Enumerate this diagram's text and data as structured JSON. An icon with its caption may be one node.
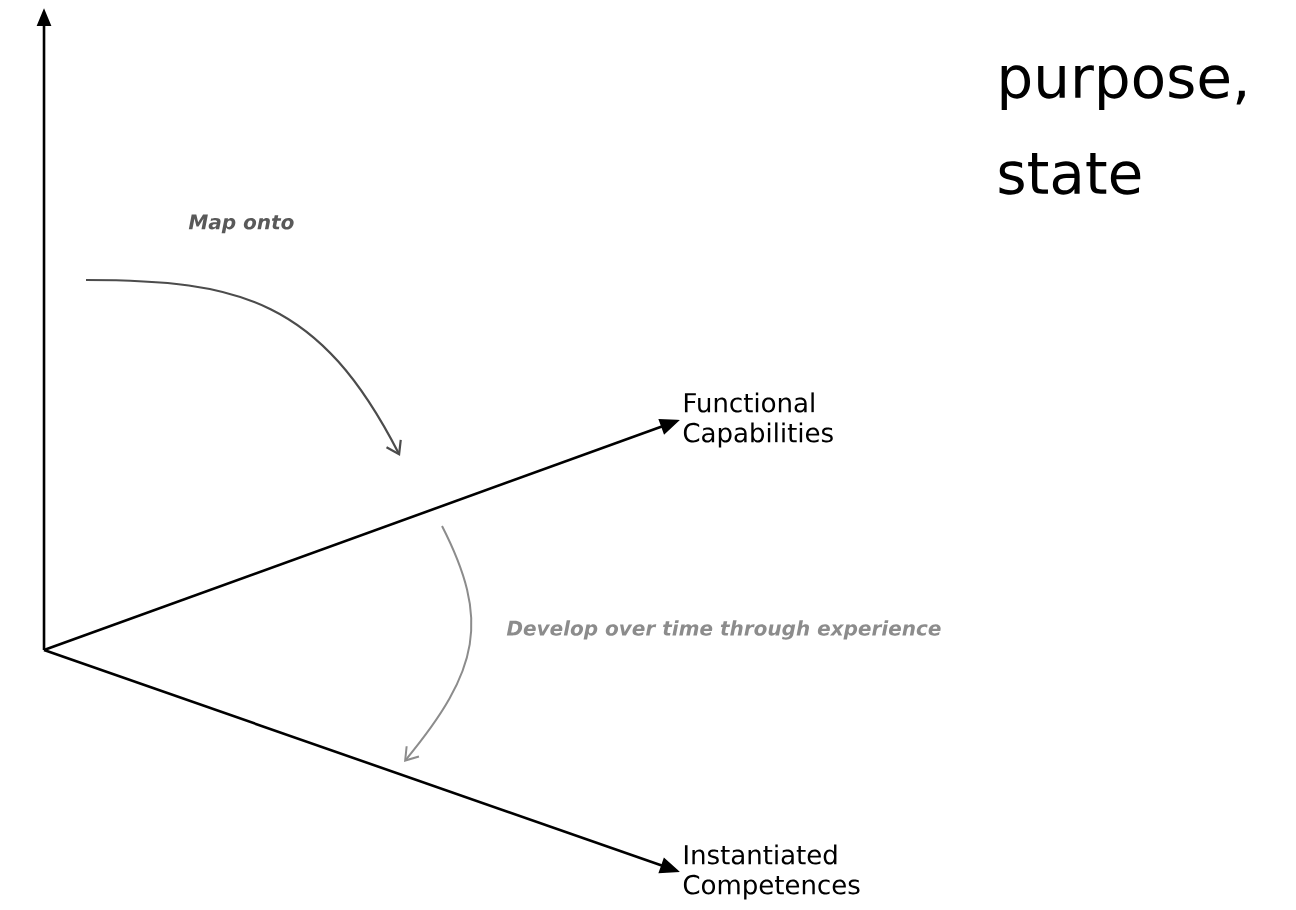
{
  "diagram": {
    "nodes": [
      {
        "text": [
          "Functional Capabilities"
        ]
      },
      {
        "text": [
          "Instantiated Competences"
        ]
      }
    ],
    "edges": [
      {
        "from": null,
        "to": 0,
        "arrow": "to"
      },
      {
        "from": null,
        "to": 1,
        "arrow": "to"
      }
    ],
    "labels": [
      "purpose, state",
      "Map onto",
      "Develop over time through experience"
    ]
  }
}
